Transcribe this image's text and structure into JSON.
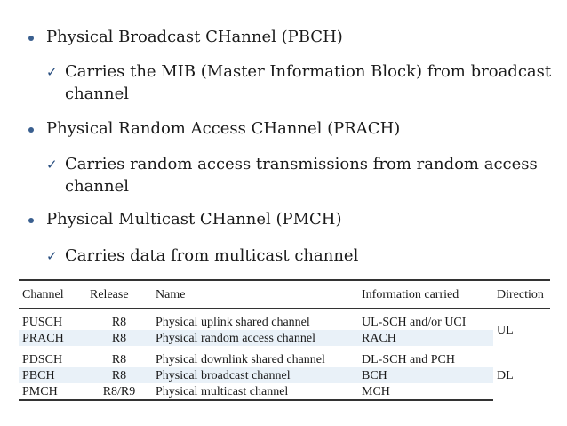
{
  "bullets": [
    {
      "title": "Physical Broadcast CHannel (PBCH)",
      "detail": "Carries the MIB (Master Information Block) from broadcast\nchannel"
    },
    {
      "title": "Physical Random Access CHannel (PRACH)",
      "detail": "Carries random access transmissions from random access\nchannel"
    },
    {
      "title": "Physical Multicast CHannel (PMCH)",
      "detail": "Carries data from multicast channel"
    }
  ],
  "table": {
    "headers": [
      "Channel",
      "Release",
      "Name",
      "Information carried",
      "Direction"
    ],
    "rows": [
      [
        "PUSCH",
        "R8",
        "Physical uplink shared channel",
        "UL-SCH and/or UCI"
      ],
      [
        "PRACH",
        "R8",
        "Physical random access channel",
        "RACH"
      ],
      [
        "PDSCH",
        "R8",
        "Physical downlink shared channel",
        "DL-SCH and PCH"
      ],
      [
        "PBCH",
        "R8",
        "Physical broadcast channel",
        "BCH"
      ],
      [
        "PMCH",
        "R8/R9",
        "Physical multicast channel",
        "MCH"
      ]
    ],
    "directions": {
      "uplink": "UL",
      "downlink": "DL"
    }
  },
  "colors": {
    "row_shade": "#e9f1f8",
    "bullet": "#3a5f8f"
  }
}
